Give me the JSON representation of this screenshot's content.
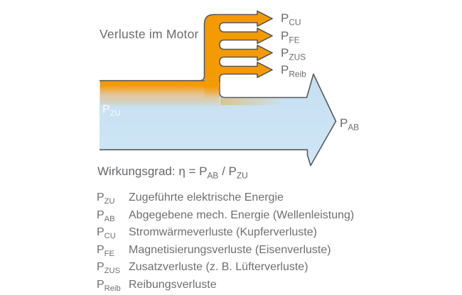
{
  "diagram": {
    "title": "Verluste im Motor",
    "input_label": {
      "main": "P",
      "sub": "ZU"
    },
    "output_label": {
      "main": "P",
      "sub": "AB"
    },
    "loss_labels": [
      {
        "main": "P",
        "sub": "CU"
      },
      {
        "main": "P",
        "sub": "FE"
      },
      {
        "main": "P",
        "sub": "ZUS"
      },
      {
        "main": "P",
        "sub": "Reib"
      }
    ],
    "colors": {
      "loss_orange": "#F49A02",
      "flow_blue": "#CBE3F4",
      "outline_gray": "#58595B",
      "text_gray": "#6E6F71"
    }
  },
  "formula": {
    "prefix": "Wirkungsgrad: η = P",
    "sub1": "AB",
    "mid": " / P",
    "sub2": "ZU"
  },
  "legend": [
    {
      "sym": "P",
      "sub": "ZU",
      "desc": "Zugeführte elektrische Energie"
    },
    {
      "sym": "P",
      "sub": "AB",
      "desc": "Abgegebene mech. Energie (Wellenleistung)"
    },
    {
      "sym": "P",
      "sub": "CU",
      "desc": "Stromwärmeverluste (Kupferverluste)"
    },
    {
      "sym": "P",
      "sub": "FE",
      "desc": "Magnetisierungsverluste (Eisenverluste)"
    },
    {
      "sym": "P",
      "sub": "ZUS",
      "desc": "Zusatzverluste (z. B. Lüfterverluste)"
    },
    {
      "sym": "P",
      "sub": "Reib",
      "desc": "Reibungsverluste"
    }
  ]
}
